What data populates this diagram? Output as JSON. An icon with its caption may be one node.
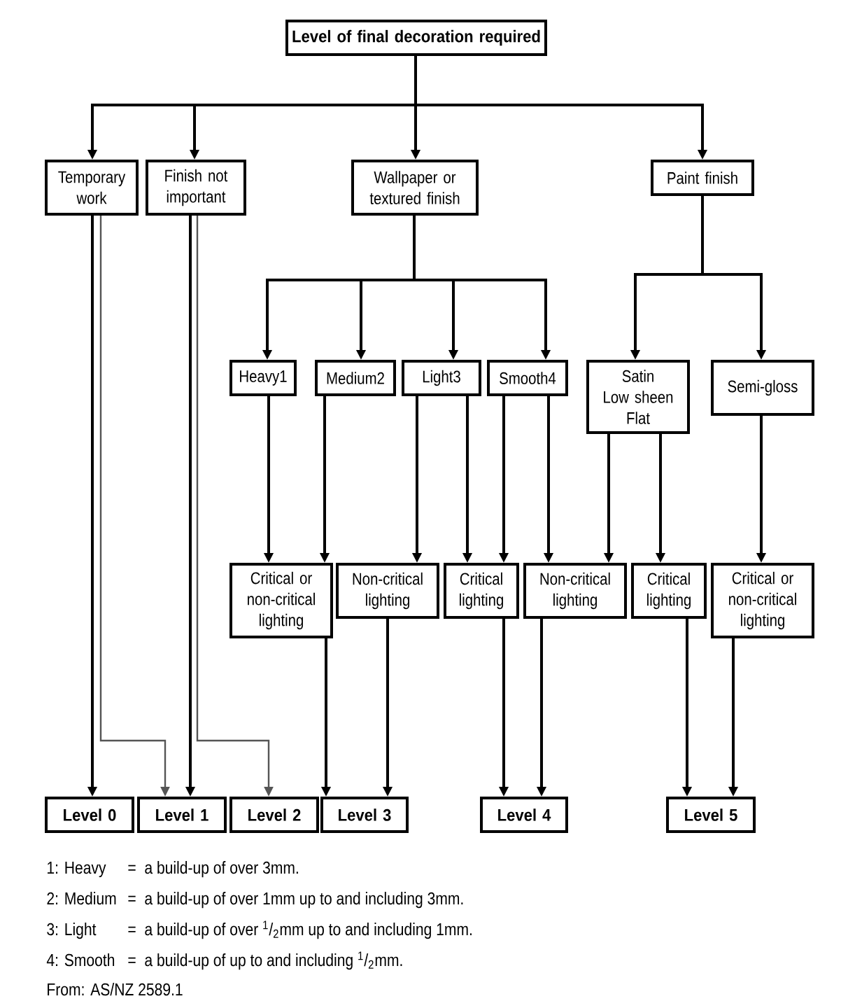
{
  "diagram": {
    "nodes": [
      {
        "text": [
          "Level of final decoration required"
        ]
      },
      {
        "text": [
          "Temporary work"
        ]
      },
      {
        "text": [
          "Finish not important"
        ]
      },
      {
        "text": [
          "Wallpaper or textured finish"
        ]
      },
      {
        "text": [
          "Paint finish"
        ]
      },
      {
        "text": [
          "Heavy1"
        ]
      },
      {
        "text": [
          "Medium2"
        ]
      },
      {
        "text": [
          "Light3"
        ]
      },
      {
        "text": [
          "Smooth4"
        ]
      },
      {
        "text": [
          "Satin",
          "Low sheen",
          "Flat"
        ]
      },
      {
        "text": [
          "Semi-gloss"
        ]
      },
      {
        "text": [
          "Critical or non-critical lighting"
        ]
      },
      {
        "text": [
          "Non-critical lighting"
        ]
      },
      {
        "text": [
          "Critical lighting"
        ]
      },
      {
        "text": [
          "Non-critical lighting"
        ]
      },
      {
        "text": [
          "Critical lighting"
        ]
      },
      {
        "text": [
          "Critical or non-critical lighting"
        ]
      },
      {
        "text": [
          "Level 0"
        ]
      },
      {
        "text": [
          "Level 1"
        ]
      },
      {
        "text": [
          "Level 2"
        ]
      },
      {
        "text": [
          "Level 3"
        ]
      },
      {
        "text": [
          "Level 4"
        ]
      },
      {
        "text": [
          "Level 5"
        ]
      }
    ],
    "edges": [
      {
        "from": 0,
        "to": 1,
        "arrow": "to"
      },
      {
        "from": 0,
        "to": 2,
        "arrow": "to"
      },
      {
        "from": 0,
        "to": 3,
        "arrow": "to"
      },
      {
        "from": 0,
        "to": 4,
        "arrow": "to"
      },
      {
        "from": 3,
        "to": 5,
        "arrow": "to"
      },
      {
        "from": 3,
        "to": 6,
        "arrow": "to"
      },
      {
        "from": 3,
        "to": 7,
        "arrow": "to"
      },
      {
        "from": 3,
        "to": 8,
        "arrow": "to"
      },
      {
        "from": 4,
        "to": 9,
        "arrow": "to"
      },
      {
        "from": 4,
        "to": 10,
        "arrow": "to"
      },
      {
        "from": 5,
        "to": 11,
        "arrow": "to"
      },
      {
        "from": 6,
        "to": 11,
        "arrow": "to"
      },
      {
        "from": 7,
        "to": 12,
        "arrow": "to"
      },
      {
        "from": 7,
        "to": 13,
        "arrow": "to"
      },
      {
        "from": 8,
        "to": 13,
        "arrow": "to"
      },
      {
        "from": 8,
        "to": 14,
        "arrow": "to"
      },
      {
        "from": 9,
        "to": 14,
        "arrow": "to"
      },
      {
        "from": 9,
        "to": 15,
        "arrow": "to"
      },
      {
        "from": 10,
        "to": 16,
        "arrow": "to"
      },
      {
        "from": 1,
        "to": 17,
        "arrow": "to"
      },
      {
        "from": 1,
        "to": 18,
        "arrow": "to",
        "color": "#555555"
      },
      {
        "from": 2,
        "to": 18,
        "arrow": "to"
      },
      {
        "from": 2,
        "to": 19,
        "arrow": "to",
        "color": "#555555"
      },
      {
        "from": 11,
        "to": 20,
        "arrow": "to"
      },
      {
        "from": 12,
        "to": 20,
        "arrow": "to"
      },
      {
        "from": 13,
        "to": 21,
        "arrow": "to"
      },
      {
        "from": 14,
        "to": 21,
        "arrow": "to"
      },
      {
        "from": 15,
        "to": 22,
        "arrow": "to"
      },
      {
        "from": 16,
        "to": 22,
        "arrow": "to"
      }
    ],
    "labels": [
      "1: Heavy",
      "=",
      "a build-up of over 3mm.",
      "2: Medium",
      "=",
      "a build-up of over 1mm up to and including 3mm.",
      "3: Light",
      "=",
      "a build-up of over $^{1}$/$_{2}$mm up to and including 1mm.",
      "4: Smooth",
      "=",
      "a build-up of up to and including $^{1}$/$_{2}$mm.",
      "From: AS/NZ 2589.1"
    ]
  }
}
